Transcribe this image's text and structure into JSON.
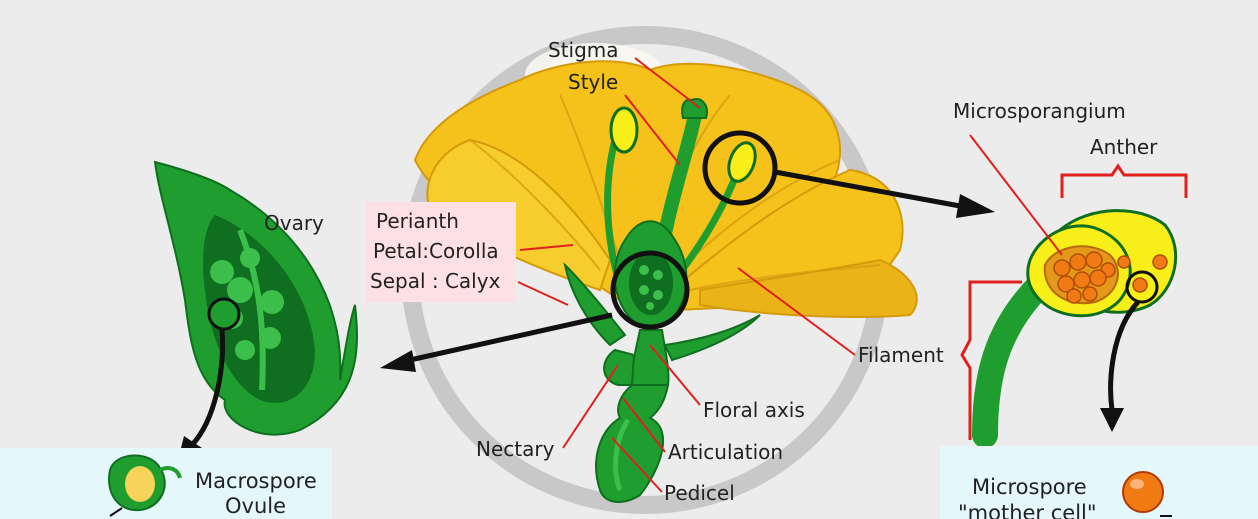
{
  "labels": {
    "stigma": "Stigma",
    "style": "Style",
    "microsporangium": "Microsporangium",
    "anther": "Anther",
    "ovary": "Ovary",
    "perianth": "Perianth",
    "petal_corolla": "Petal:Corolla",
    "sepal_calyx": "Sepal : Calyx",
    "filament": "Filament",
    "floral_axis": "Floral axis",
    "nectary": "Nectary",
    "articulation": "Articulation",
    "pedicel": "Pedicel",
    "macrospore": "Macrospore",
    "ovule": "Ovule",
    "microspore": "Microspore",
    "mother_cell": "\"mother cell\""
  },
  "colors": {
    "background": "#ececec",
    "petal": "#f5c21b",
    "petal_shade": "#e0a810",
    "green": "#1f9e2f",
    "dark_green": "#0f6e1f",
    "light_green": "#3cbf4a",
    "pointer_line": "#e0201e",
    "perianth_box": "#fde0e4",
    "spore_panel": "#e4f7fb",
    "anther_yellow": "#f7ee1a",
    "pollen": "#f07a14"
  }
}
